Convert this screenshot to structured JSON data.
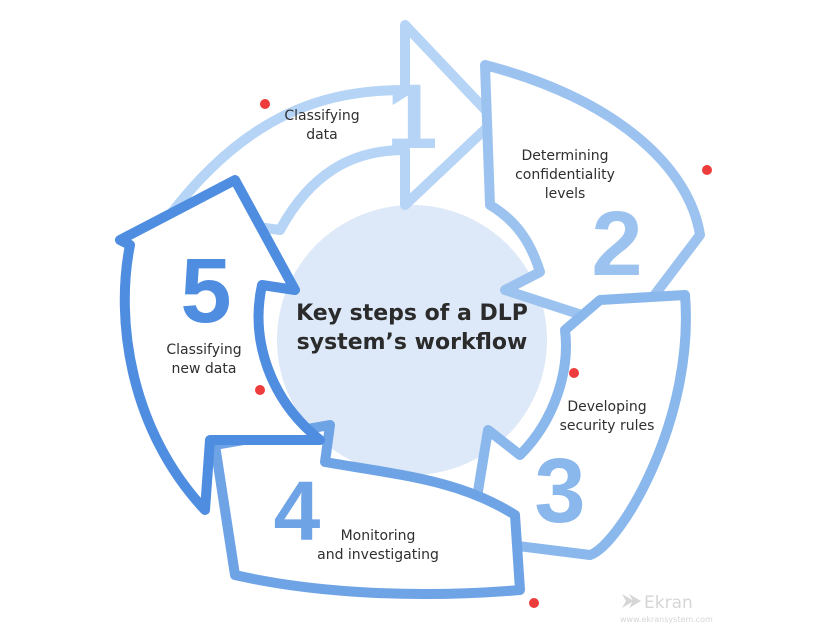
{
  "center": {
    "line1": "Key steps of a DLP",
    "line2": "system’s workflow"
  },
  "steps": [
    {
      "number": "1",
      "label_lines": [
        "Classifying",
        "data"
      ],
      "color": "#b6d4f5"
    },
    {
      "number": "2",
      "label_lines": [
        "Determining",
        "confidentiality",
        "levels"
      ],
      "color": "#9cc3ef"
    },
    {
      "number": "3",
      "label_lines": [
        "Developing",
        "security rules"
      ],
      "color": "#8ab7ec"
    },
    {
      "number": "4",
      "label_lines": [
        "Monitoring",
        "and investigating"
      ],
      "color": "#6ea3e6"
    },
    {
      "number": "5",
      "label_lines": [
        "Classifying",
        "new data"
      ],
      "color": "#4f8de0"
    }
  ],
  "colors": {
    "center_fill": "#dde9f8",
    "dot": "#ee3b3b",
    "watermark": "#d6d6d6"
  },
  "watermark": {
    "name": "Ekran",
    "url": "www.ekransystem.com"
  }
}
